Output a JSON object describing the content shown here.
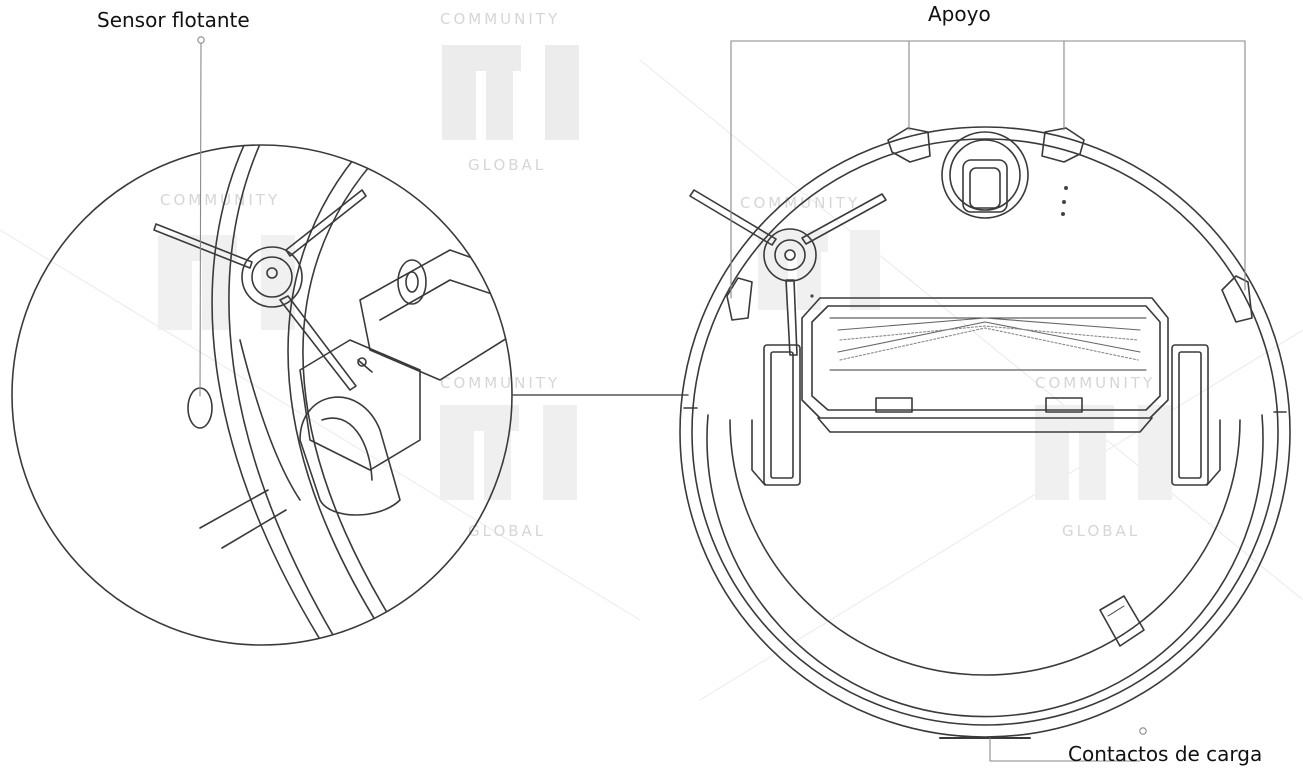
{
  "labels": {
    "sensor": "Sensor flotante",
    "apoyo": "Apoyo",
    "contactos": "Contactos de carga"
  },
  "watermark": {
    "top": "COMMUNITY",
    "bottom": "GLOBAL"
  },
  "colors": {
    "line": "#3a3a3a",
    "leader": "#8a8a8a",
    "watermark": "#d6d6d6"
  }
}
